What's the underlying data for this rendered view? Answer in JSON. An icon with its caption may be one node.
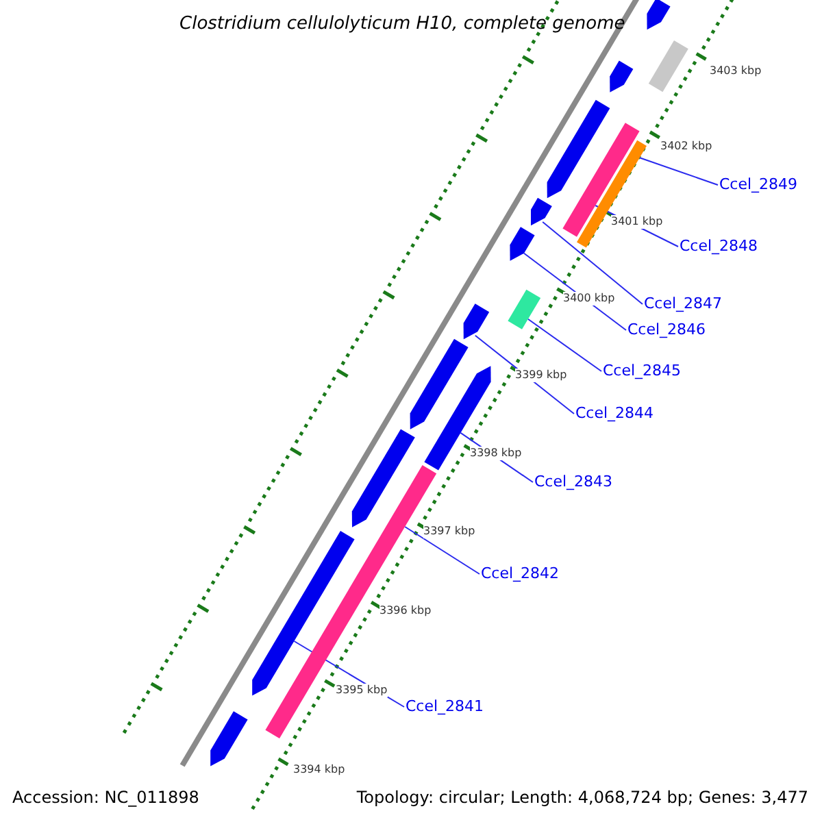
{
  "diagram": {
    "title": "Clostridium cellulolyticum H10, complete genome",
    "nodes": [
      {
        "text": [
          "Ccel_2849"
        ]
      },
      {
        "text": [
          "Ccel_2848"
        ]
      },
      {
        "text": [
          "Ccel_2847"
        ]
      },
      {
        "text": [
          "Ccel_2846"
        ]
      },
      {
        "text": [
          "Ccel_2845"
        ]
      },
      {
        "text": [
          "Ccel_2844"
        ]
      },
      {
        "text": [
          "Ccel_2843"
        ]
      },
      {
        "text": [
          "Ccel_2842"
        ]
      },
      {
        "text": [
          "Ccel_2841"
        ]
      },
      {
        "text": [],
        "shape": "arrow"
      },
      {
        "text": [],
        "shape": "bar"
      },
      {
        "text": [],
        "shape": "arrow"
      },
      {
        "text": [],
        "shape": "arrow"
      },
      {
        "text": [],
        "shape": "bar"
      },
      {
        "text": [],
        "shape": "bar"
      },
      {
        "text": [],
        "shape": "arrow"
      },
      {
        "text": [],
        "shape": "arrow"
      },
      {
        "text": [],
        "shape": "bar"
      },
      {
        "text": [],
        "shape": "arrow"
      },
      {
        "text": [],
        "shape": "arrow"
      },
      {
        "text": [],
        "shape": "arrow"
      },
      {
        "text": [],
        "shape": "arrow"
      },
      {
        "text": [],
        "shape": "bar"
      },
      {
        "text": [],
        "shape": "arrow"
      },
      {
        "text": [],
        "shape": "arrow"
      }
    ],
    "edges": [
      {
        "from": 0,
        "to": 14,
        "arrow": "none"
      },
      {
        "from": 1,
        "to": 13,
        "arrow": "none"
      },
      {
        "from": 2,
        "to": 15,
        "arrow": "none"
      },
      {
        "from": 3,
        "to": 16,
        "arrow": "none"
      },
      {
        "from": 4,
        "to": 17,
        "arrow": "none"
      },
      {
        "from": 5,
        "to": 18,
        "arrow": "none"
      },
      {
        "from": 6,
        "to": 20,
        "arrow": "none"
      },
      {
        "from": 7,
        "to": 22,
        "arrow": "none"
      },
      {
        "from": 8,
        "to": 23,
        "arrow": "none"
      }
    ],
    "labels": [
      "3403 kbp",
      "3402 kbp",
      "3401 kbp",
      "3400 kbp",
      "3399 kbp",
      "3398 kbp",
      "3397 kbp",
      "3396 kbp",
      "3395 kbp",
      "3394 kbp",
      "Accession: NC_011898",
      "Topology: circular; Length: 4,068,724 bp; Genes: 3,477"
    ]
  }
}
